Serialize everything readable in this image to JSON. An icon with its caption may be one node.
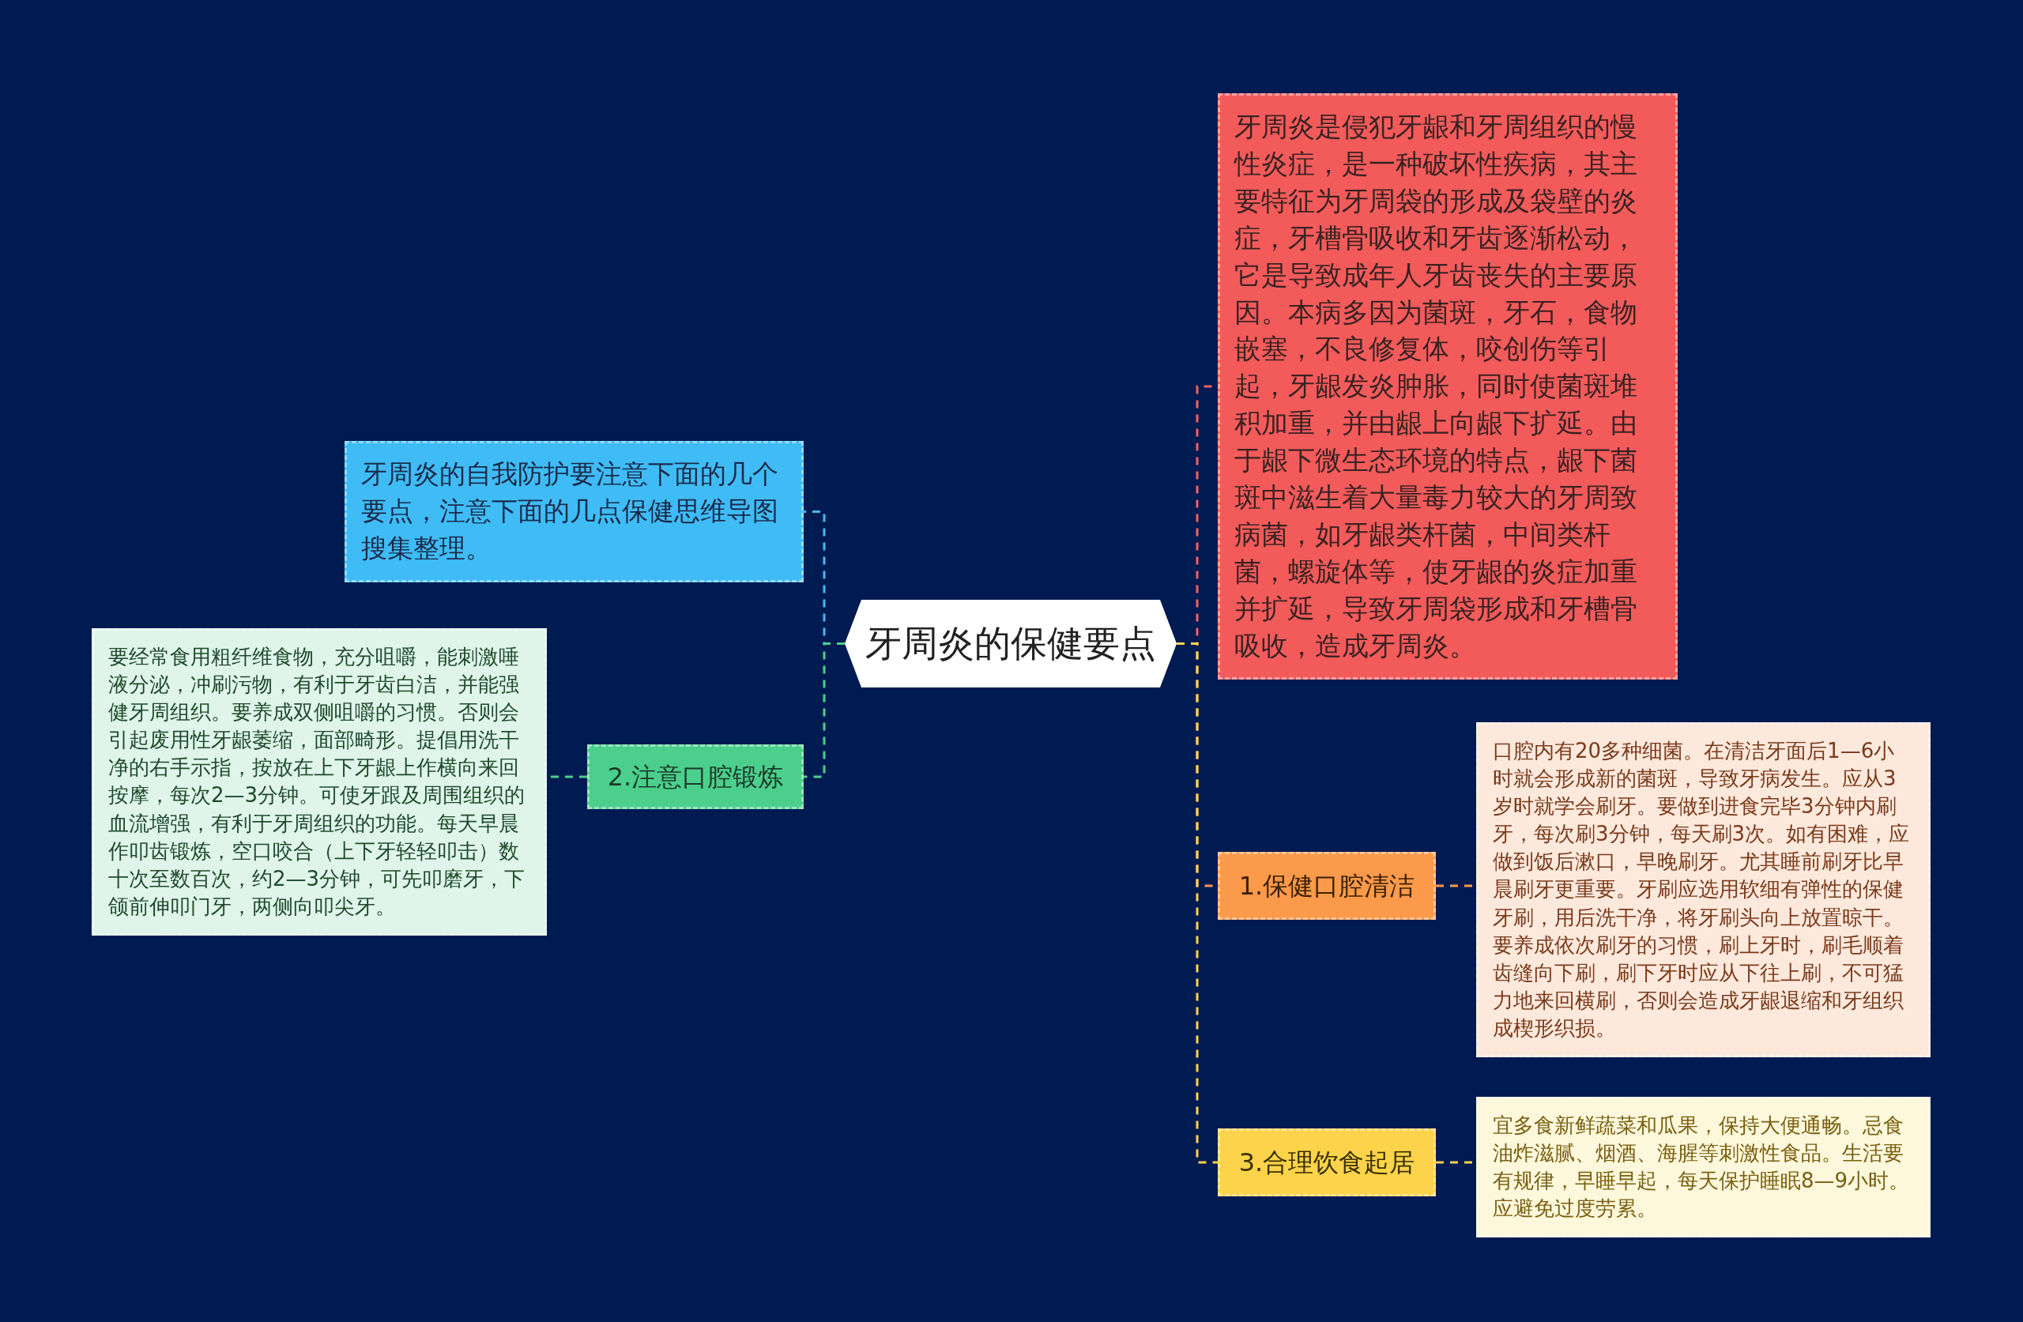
{
  "diagram": {
    "nodes": [
      {
        "text": [
          "牙周炎的保健要点"
        ]
      },
      {
        "text": [
          "牙周炎的自我防护要注意下面的几个要点，注意下面的几点保健思维导图搜集整理。"
        ]
      },
      {
        "text": [
          "牙周炎是侵犯牙龈和牙周组织的慢性炎症，是一种破坏性疾病，其主要特征为牙周袋的形成及袋壁的炎症，牙槽骨吸收和牙齿逐渐松动，它是导致成年人牙齿丧失的主要原因。本病多因为菌斑，牙石，食物嵌塞，不良修复体，咬创伤等引起，牙龈发炎肿胀，同时使菌斑堆积加重，并由龈上向龈下扩延。由于龈下微生态环境的特点，龈下菌斑中滋生着大量毒力较大的牙周致病菌，如牙龈类杆菌，中间类杆菌，螺旋体等，使牙龈的炎症加重并扩延，导致牙周袋形成和牙槽骨吸收，造成牙周炎。"
        ]
      },
      {
        "text": [
          "2.注意口腔锻炼"
        ]
      },
      {
        "text": [
          "要经常食用粗纤维食物，充分咀嚼，能刺激唾液分泌，冲刷污物，有利于牙齿白洁，并能强健牙周组织。要养成双侧咀嚼的习惯。否则会引起废用性牙龈萎缩，面部畸形。提倡用洗干净的右手示指，按放在上下牙龈上作横向来回按摩，每次2—3分钟。可使牙跟及周围组织的血流增强，有利于牙周组织的功能。每天早晨作叩齿锻炼，空口咬合（上下牙轻轻叩击）数十次至数百次，约2—3分钟，可先叩磨牙，下颌前伸叩门牙，两侧向叩尖牙。"
        ]
      },
      {
        "text": [
          "1.保健口腔清洁"
        ]
      },
      {
        "text": [
          "口腔内有20多种细菌。在清洁牙面后1—6小时就会形成新的菌斑，导致牙病发生。应从3岁时就学会刷牙。要做到进食完毕3分钟内刷牙，每次刷3分钟，每天刷3次。如有困难，应做到饭后漱口，早晚刷牙。尤其睡前刷牙比早晨刷牙更重要。牙刷应选用软细有弹性的保健牙刷，用后洗干净，将牙刷头向上放置晾干。要养成依次刷牙的习惯，刷上牙时，刷毛顺着齿缝向下刷，刷下牙时应从下往上刷，不可猛力地来回横刷，否则会造成牙龈退缩和牙组织成楔形织损。"
        ]
      },
      {
        "text": [
          "3.合理饮食起居"
        ]
      },
      {
        "text": [
          "宜多食新鲜蔬菜和瓜果，保持大便通畅。忌食油炸滋腻、烟酒、海腥等刺激性食品。生活要有规律，早睡早起，每天保护睡眠8—9小时。应避免过度劳累。"
        ]
      }
    ],
    "edges": [
      {
        "from": 0,
        "to": 1,
        "arrow": "none",
        "style": "dashed",
        "color": "#4cb8e8"
      },
      {
        "from": 0,
        "to": 3,
        "arrow": "none",
        "style": "dashed",
        "color": "#4ccf8c"
      },
      {
        "from": 3,
        "to": 4,
        "arrow": "none",
        "style": "dashed",
        "color": "#4ccf8c"
      },
      {
        "from": 0,
        "to": 2,
        "arrow": "none",
        "style": "dashed",
        "color": "#f06060"
      },
      {
        "from": 0,
        "to": 5,
        "arrow": "none",
        "style": "dashed",
        "color": "#fb9a4a"
      },
      {
        "from": 5,
        "to": 6,
        "arrow": "none",
        "style": "dashed",
        "color": "#fb9a4a"
      },
      {
        "from": 0,
        "to": 7,
        "arrow": "none",
        "style": "dashed",
        "color": "#fcd34a"
      },
      {
        "from": 7,
        "to": 8,
        "arrow": "none",
        "style": "dashed",
        "color": "#fcd34a"
      }
    ]
  }
}
